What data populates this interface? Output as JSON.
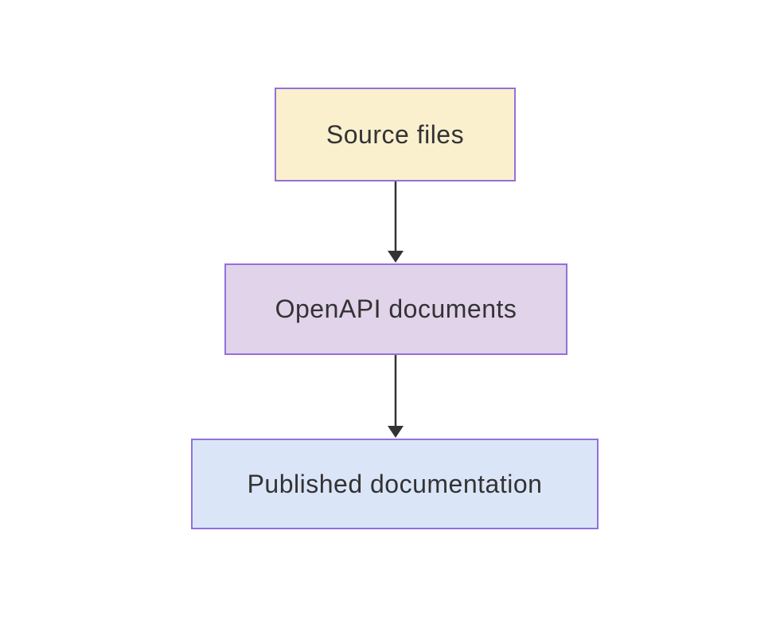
{
  "diagram": {
    "type": "flowchart",
    "direction": "top-down",
    "nodes": [
      {
        "id": "source",
        "label": "Source files",
        "fill": "#FAF0CE",
        "border": "#9370DB"
      },
      {
        "id": "openapi",
        "label": "OpenAPI documents",
        "fill": "#E0D3EA",
        "border": "#9370DB"
      },
      {
        "id": "published",
        "label": "Published documentation",
        "fill": "#DBE5F8",
        "border": "#9370DB"
      }
    ],
    "edges": [
      {
        "from": "source",
        "to": "openapi"
      },
      {
        "from": "openapi",
        "to": "published"
      }
    ],
    "colors": {
      "arrow": "#333333",
      "text": "#333333",
      "background": "#ffffff"
    }
  }
}
